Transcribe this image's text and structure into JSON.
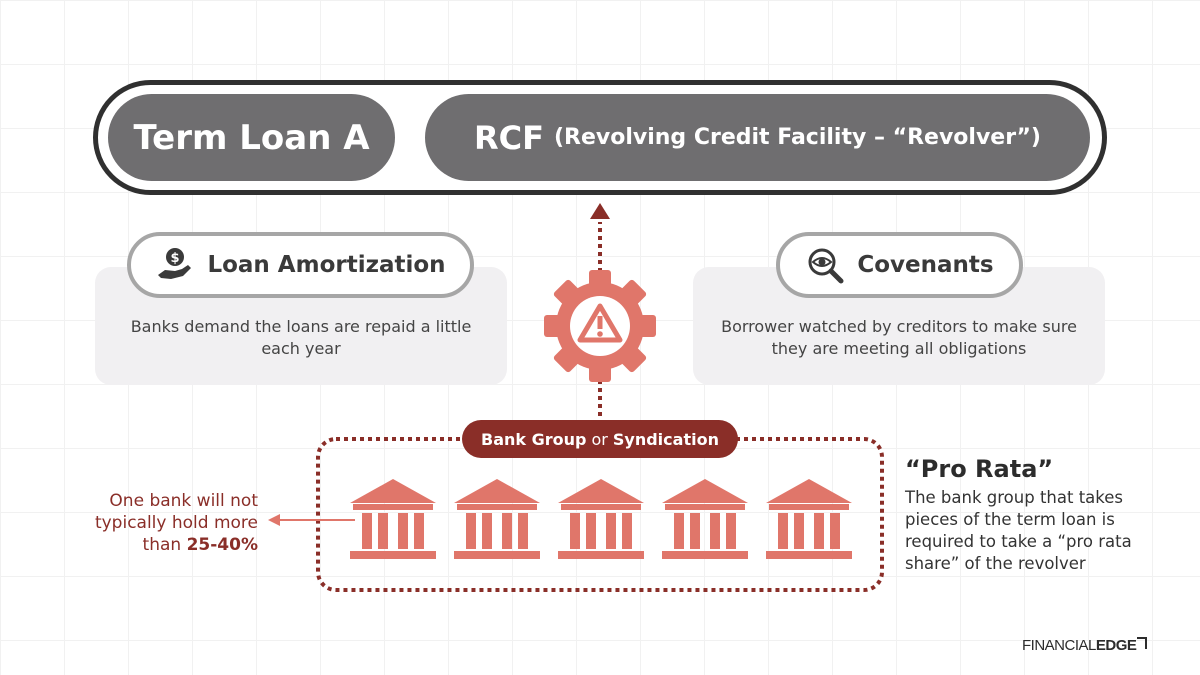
{
  "loans": {
    "term_loan": "Term Loan A",
    "rcf_main": "RCF",
    "rcf_detail": "(Revolving Credit Facility – “Revolver”)"
  },
  "amortization": {
    "title": "Loan Amortization",
    "text": "Banks demand the loans are repaid a little each year",
    "icon": "hand-holding-dollar-icon"
  },
  "covenants": {
    "title": "Covenants",
    "text": "Borrower watched by creditors to make sure they are meeting all obligations",
    "icon": "magnifier-eye-icon"
  },
  "center": {
    "icon": "gear-warning-icon"
  },
  "bank_group": {
    "label_part1": "Bank Group",
    "label_or": "or",
    "label_part2": "Syndication",
    "bank_icons": [
      "bank-icon",
      "bank-icon",
      "bank-icon",
      "bank-icon",
      "bank-icon"
    ]
  },
  "limit_note": {
    "text": "One bank will not typically hold more than",
    "value": "25-40%"
  },
  "pro_rata": {
    "title": "“Pro Rata”",
    "text": "The bank group that takes pieces of the term loan is required to take a “pro rata share” of the revolver"
  },
  "brand": {
    "part1": "FINANCIAL",
    "part2": "EDGE"
  },
  "colors": {
    "accent_dark": "#8a2e28",
    "accent_light": "#e0766a",
    "pill_gray": "#6f6e70"
  }
}
